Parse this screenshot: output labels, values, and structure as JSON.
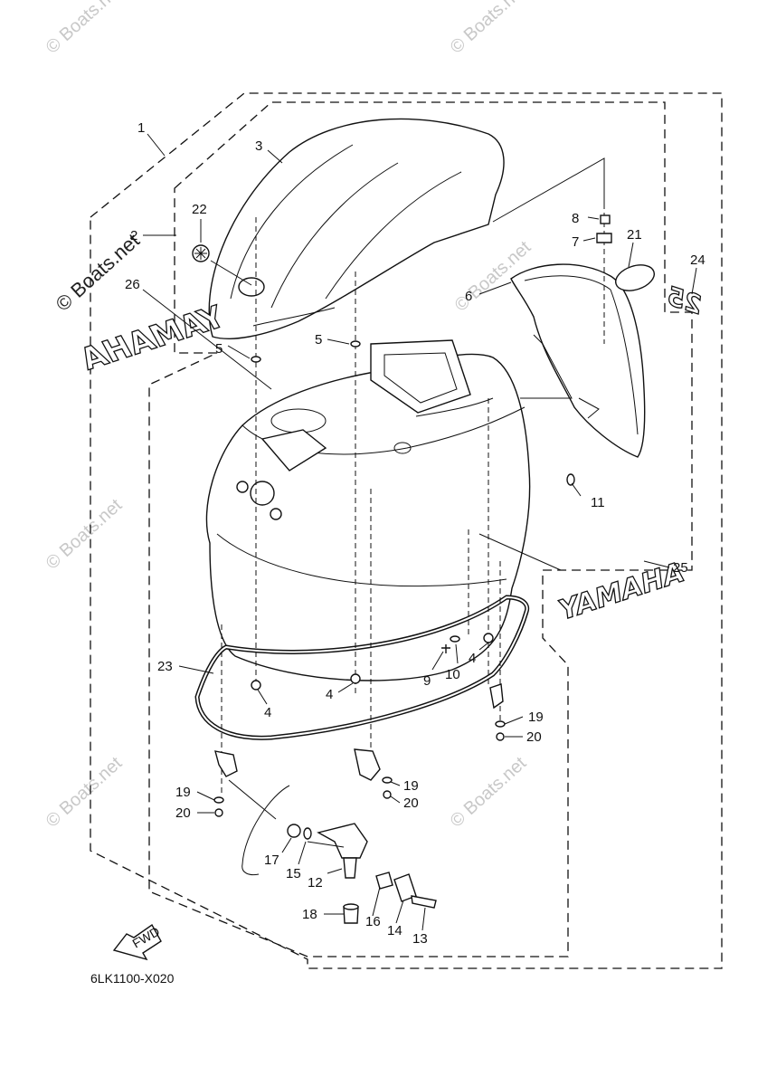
{
  "diagram_code": "6LK1100-X020",
  "fwd_label": "FWD",
  "watermark": "© Boats.net",
  "decal_brand": "YAMAHA",
  "decal_model": "25",
  "callouts": {
    "c1": "1",
    "c2": "2",
    "c3": "3",
    "c4a": "4",
    "c4b": "4",
    "c4c": "4",
    "c5a": "5",
    "c5b": "5",
    "c6": "6",
    "c7": "7",
    "c8": "8",
    "c9": "9",
    "c10": "10",
    "c11": "11",
    "c12": "12",
    "c13": "13",
    "c14": "14",
    "c15": "15",
    "c16": "16",
    "c17": "17",
    "c18": "18",
    "c19a": "19",
    "c19b": "19",
    "c19c": "19",
    "c20a": "20",
    "c20b": "20",
    "c20c": "20",
    "c21": "21",
    "c22": "22",
    "c23": "23",
    "c24": "24",
    "c25": "25",
    "c26": "26"
  }
}
